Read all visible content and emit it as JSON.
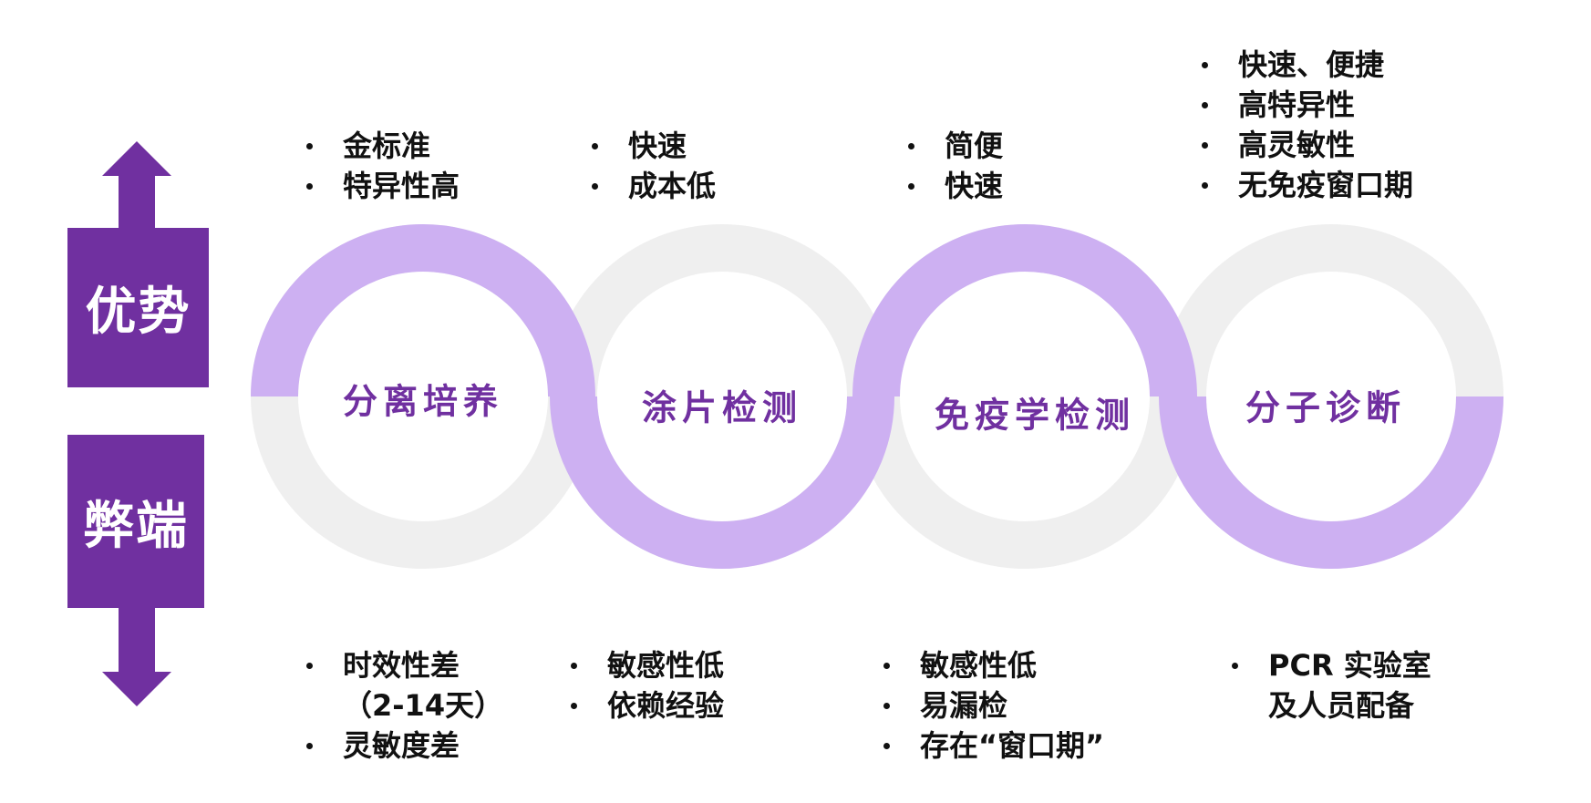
{
  "side_labels": {
    "advantage": "优势",
    "disadvantage": "弊端"
  },
  "methods": [
    {
      "name": "分离培养",
      "advantages": [
        "金标准",
        "特异性高"
      ],
      "disadvantages": [
        [
          "时效性差",
          "（2-14天）"
        ],
        [
          "灵敏度差"
        ]
      ]
    },
    {
      "name": "涂片检测",
      "advantages": [
        " 快速",
        "成本低"
      ],
      "disadvantages": [
        [
          "敏感性低"
        ],
        [
          "依赖经验"
        ]
      ]
    },
    {
      "name": "免疫学检测",
      "advantages": [
        "简便",
        "快速"
      ],
      "disadvantages": [
        [
          "敏感性低"
        ],
        [
          "易漏检"
        ],
        [
          "存在“窗口期”"
        ]
      ]
    },
    {
      "name": "分子诊断",
      "advantages": [
        "快速、便捷",
        "高特异性",
        "高灵敏性",
        "无免疫窗口期"
      ],
      "disadvantages": [
        [
          "PCR 实验室",
          "及人员配备"
        ]
      ]
    }
  ],
  "colors": {
    "accent": "#7030a0",
    "wave": "#cdb0f2",
    "ring": "#efefef",
    "text": "#111111"
  }
}
